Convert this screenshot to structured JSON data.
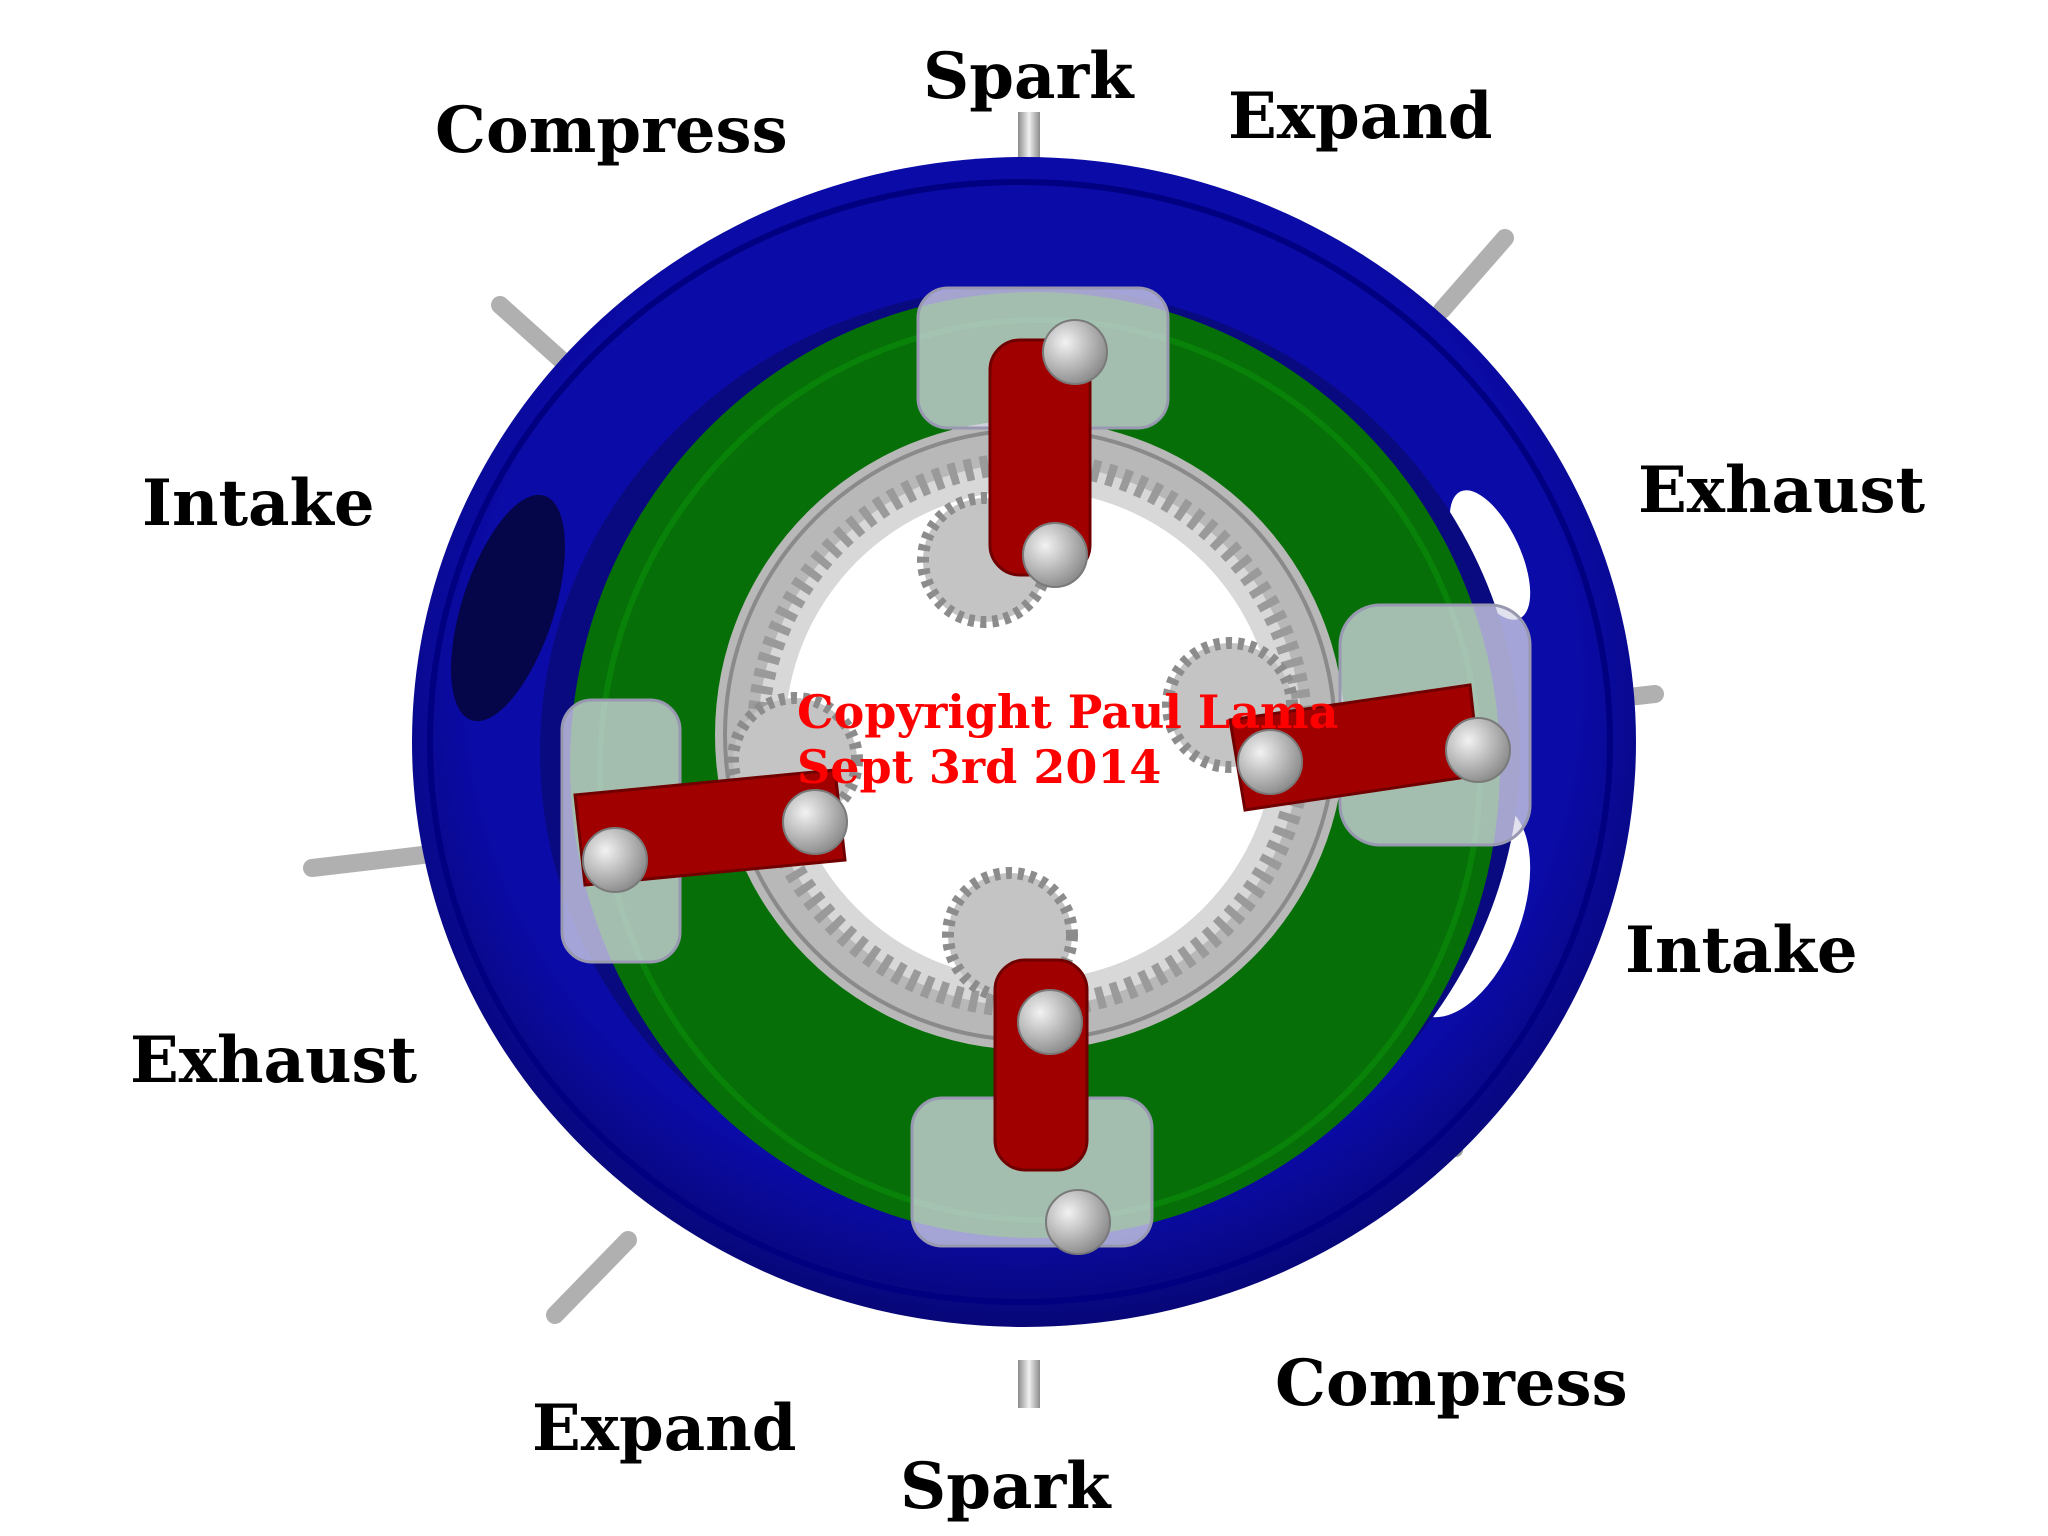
{
  "labels": {
    "spark_top": "Spark",
    "compress_top": "Compress",
    "expand_top": "Expand",
    "intake_left": "Intake",
    "exhaust_right": "Exhaust",
    "intake_right": "Intake",
    "exhaust_left": "Exhaust",
    "compress_bottom": "Compress",
    "expand_bottom": "Expand",
    "spark_bottom": "Spark"
  },
  "copyright": {
    "line1": "Copyright Paul Lama",
    "line2": "Sept 3rd 2014"
  },
  "colors": {
    "housing": "#0a0a96",
    "rotor": "#087a08",
    "gear": "#c8c8c8",
    "connecting_rod": "#a00000",
    "copyright_text": "#ff0000"
  }
}
